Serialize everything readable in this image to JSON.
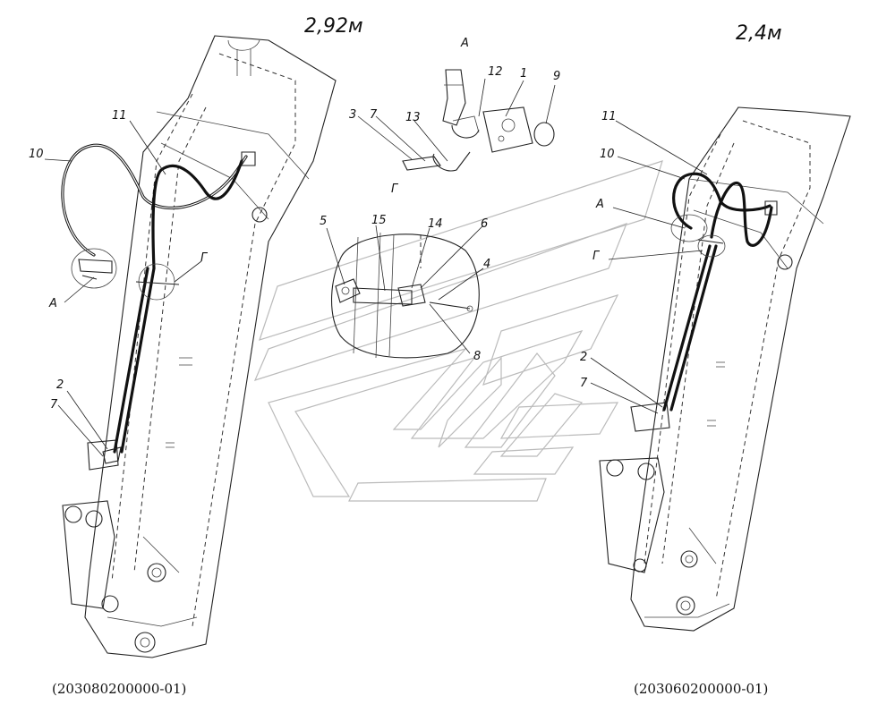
{
  "left_view": {
    "title": "2,92м",
    "code": "(203080200000-01)",
    "callouts": {
      "c11": "11",
      "c10": "10",
      "cA": "А",
      "cG": "Г",
      "c2": "2",
      "c7": "7"
    }
  },
  "right_view": {
    "title": "2,4м",
    "code": "(203060200000-01)",
    "callouts": {
      "c11": "11",
      "c10": "10",
      "cA": "А",
      "cG": "Г",
      "c2": "2",
      "c7": "7"
    }
  },
  "detail_a": {
    "title": "А",
    "callouts": {
      "c12": "12",
      "c1": "1",
      "c9": "9",
      "c3": "3",
      "c7": "7",
      "c13": "13"
    }
  },
  "detail_g": {
    "title": "Г",
    "callouts": {
      "c5": "5",
      "c15": "15",
      "c14": "14",
      "c6": "6",
      "c4": "4",
      "c8": "8"
    }
  }
}
